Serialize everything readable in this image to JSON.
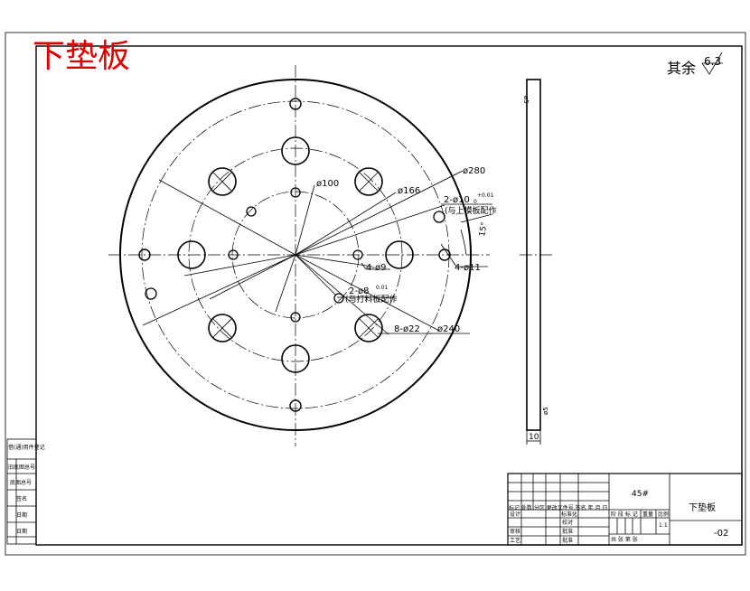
{
  "title_stamp": "下垫板",
  "roughness": {
    "prefix": "其余",
    "value": "6.3"
  },
  "dimensions": {
    "d280": "ø280",
    "d166": "ø166",
    "d100": "ø100",
    "d240": "ø240",
    "hole_10": "2-ø10",
    "hole_10_tol_top": "+0.01",
    "hole_10_tol_bot": "0",
    "hole_10_note": "(与上模板配作",
    "hole_8": "2-ø8",
    "hole_8_tol": "0.01",
    "hole_8_note": "(与打料板配作",
    "hole_9": "4-ø9",
    "hole_11": "4-ø11",
    "hole_22": "8-ø22",
    "angle_15": "15°",
    "side_top": "ø5",
    "side_bottom": "ø5",
    "thickness": "10"
  },
  "title_block": {
    "material": "45#",
    "part_name": "下垫板",
    "drawing_no": "-02",
    "header_row": "标记 处数  分区 更改文件号 签名 年 月 日",
    "design": "设计",
    "standard": "标准化",
    "stage_mark": "阶 段 标 记",
    "weight": "重量",
    "scale": "比例",
    "scale_value": "1:1",
    "review": "审核",
    "process": "工艺",
    "approve": "批准",
    "check": "校对",
    "sheet_info": "共    张  第    张"
  },
  "side_strip": {
    "r1": "借(通)用件登记",
    "r2": "旧底图总号",
    "r3": "底图总号",
    "r4": "签名",
    "r5": "日期",
    "r6": "日期"
  }
}
